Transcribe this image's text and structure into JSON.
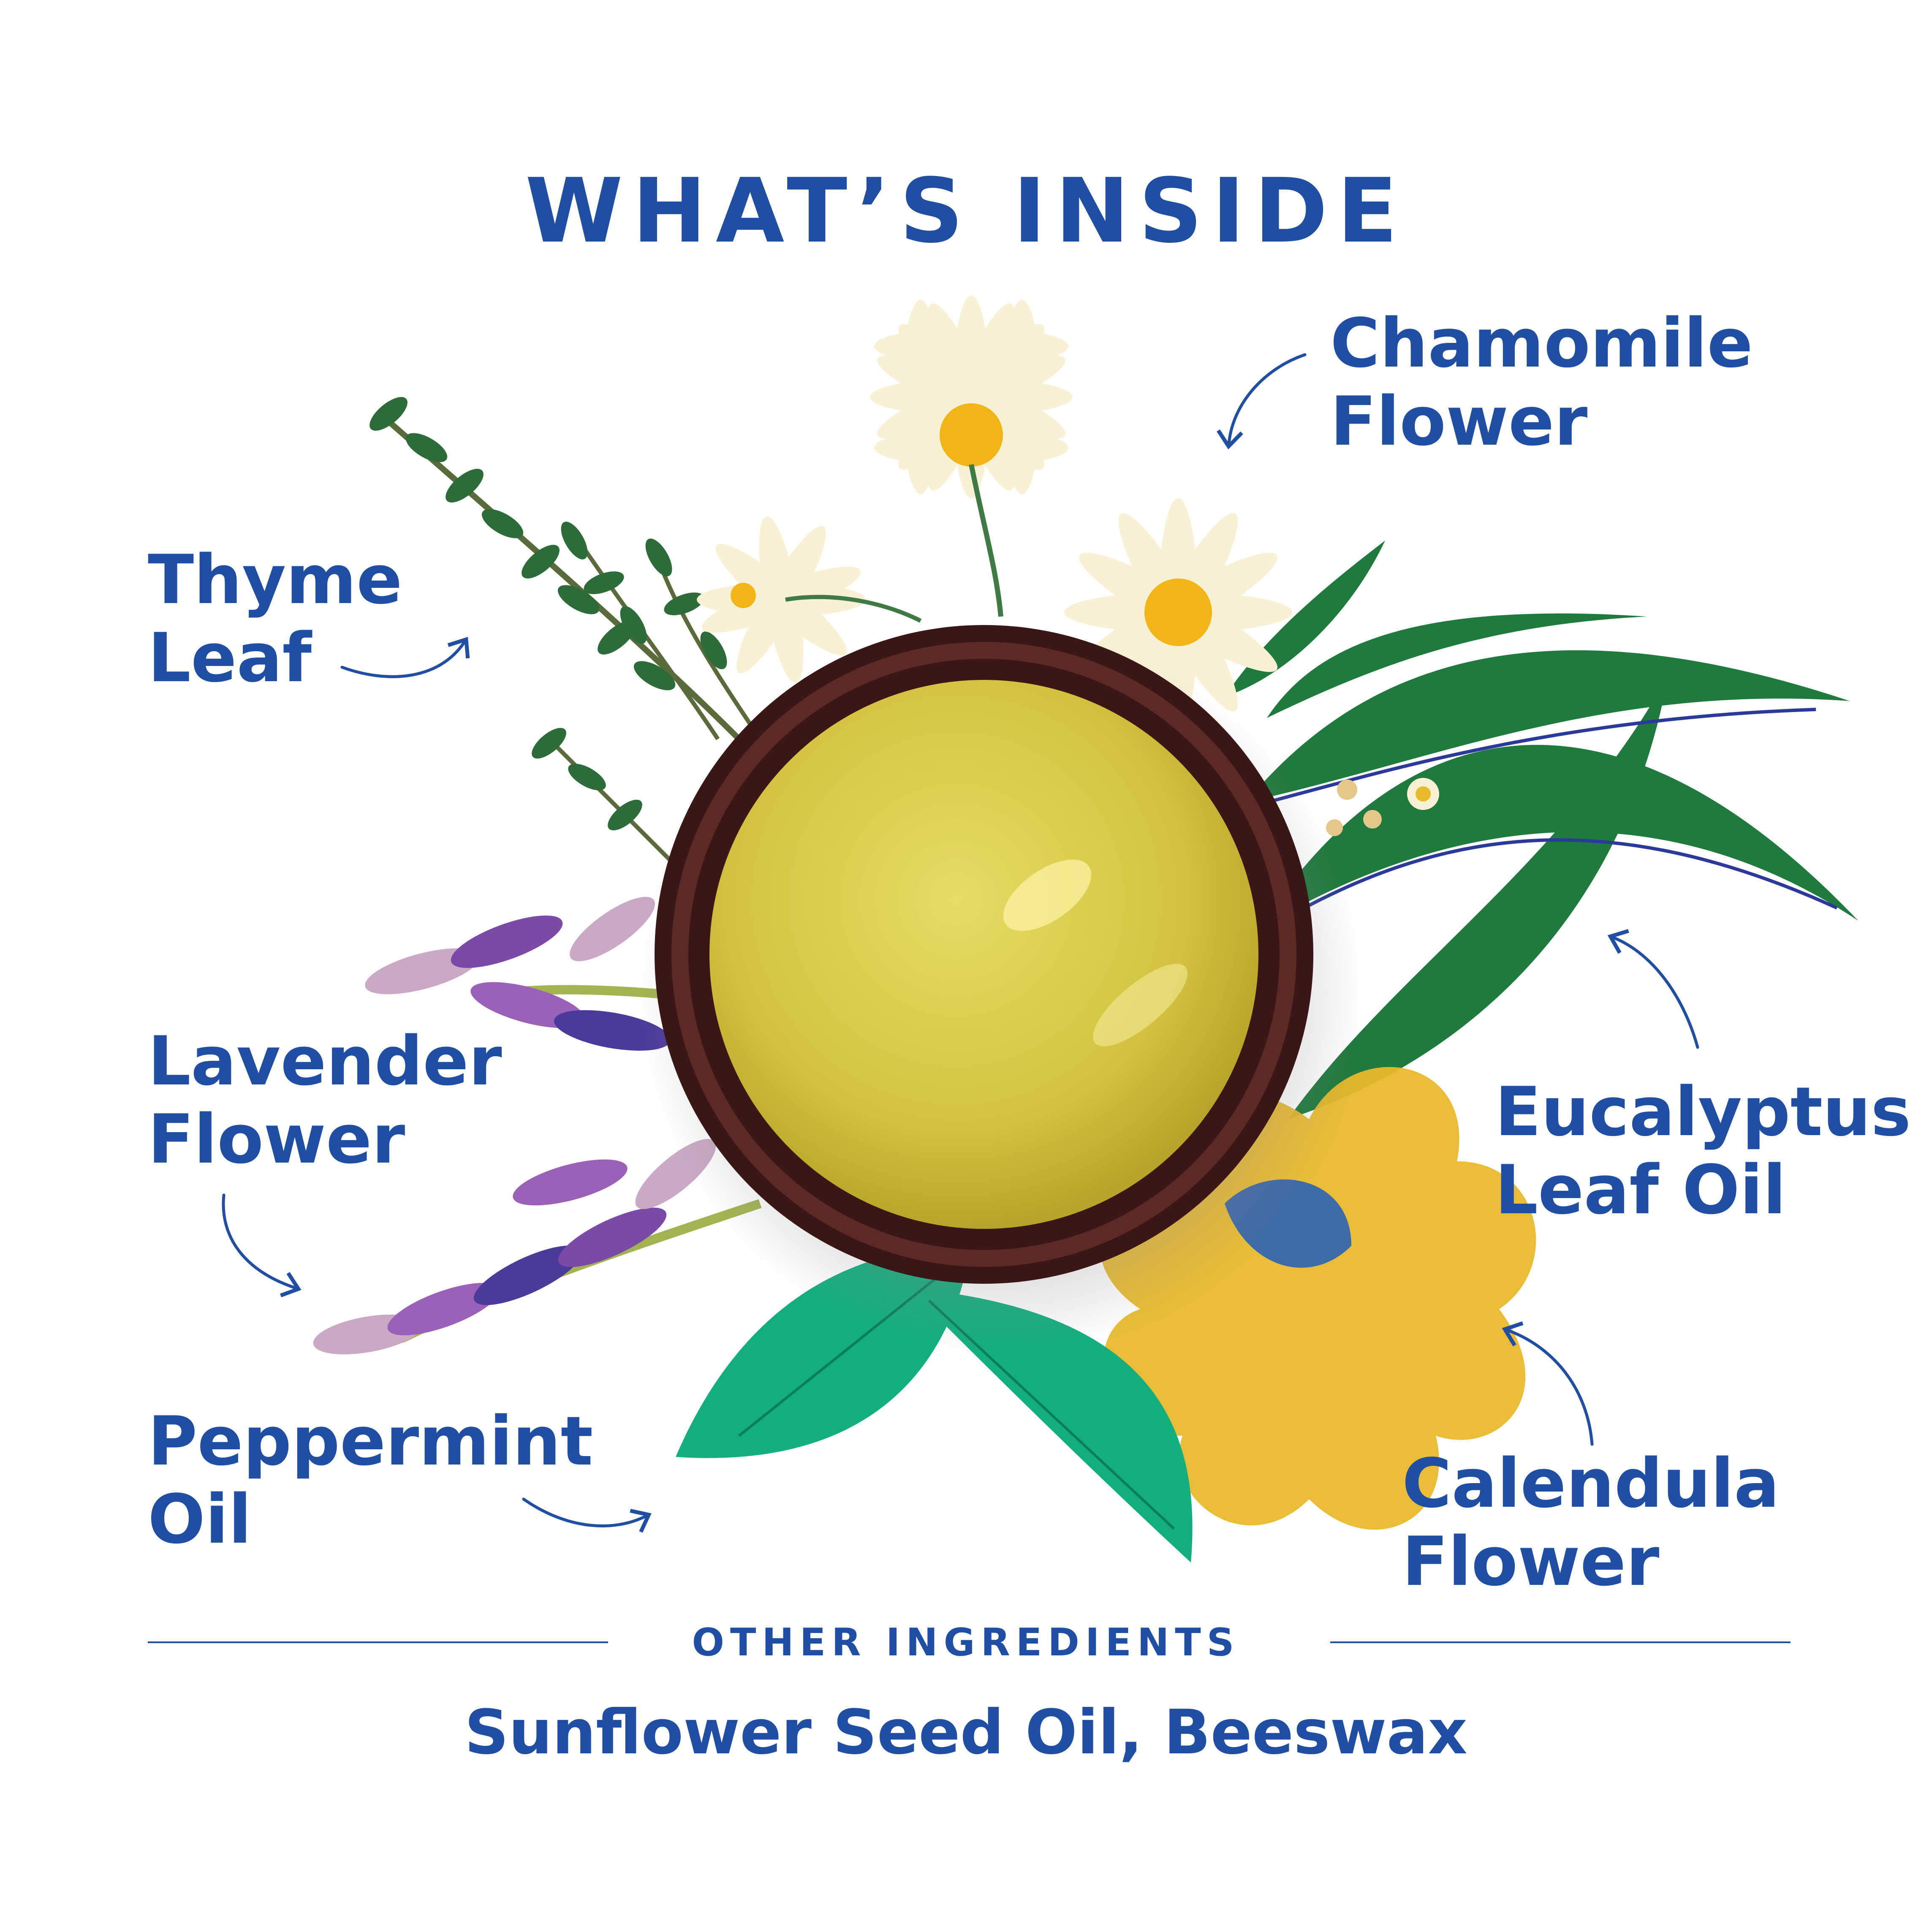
{
  "title": "WHAT’S INSIDE",
  "ingredients": [
    {
      "line1": "Chamomile",
      "line2": "Flower"
    },
    {
      "line1": "Thyme",
      "line2": "Leaf"
    },
    {
      "line1": "Lavender",
      "line2": "Flower"
    },
    {
      "line1": "Eucalyptus",
      "line2": "Leaf Oil"
    },
    {
      "line1": "Peppermint",
      "line2": "Oil"
    },
    {
      "line1": "Calendula",
      "line2": "Flower"
    }
  ],
  "other": {
    "heading": "OTHER INGREDIENTS",
    "text": "Sunflower Seed Oil, Beeswax"
  },
  "colors": {
    "text": "#1f4ea3",
    "balm": "#d9cc4a",
    "jar": "#4a1f1e",
    "thyme": "#2d6b3a",
    "lavender": "#7b4aa8",
    "eucalyptus": "#1f7a3e",
    "peppermint": "#12ae7e",
    "calendula": "#e8b92a",
    "chamomile": "#f8f1d6"
  }
}
